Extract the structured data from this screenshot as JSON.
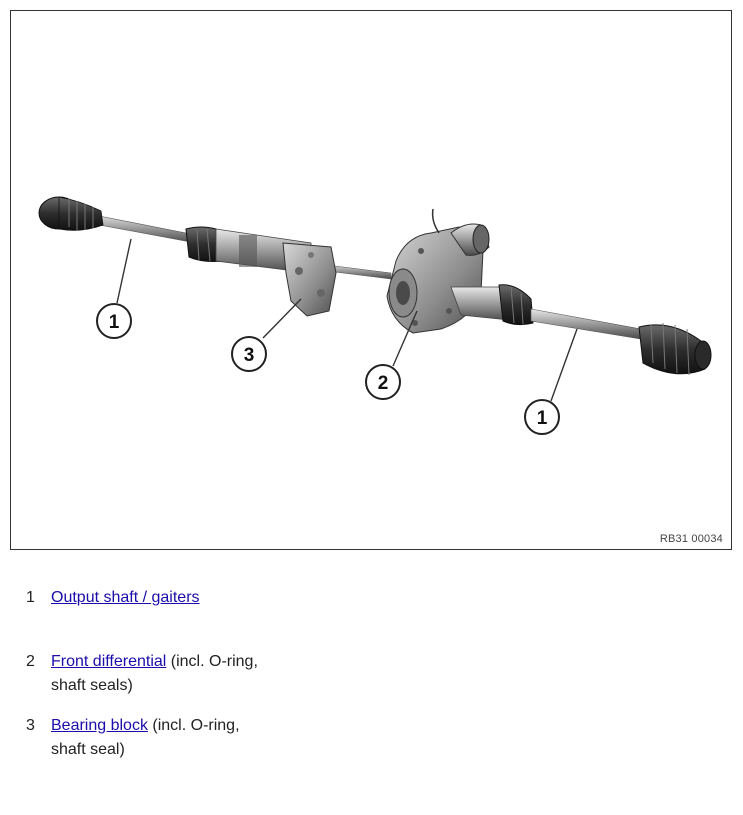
{
  "figure": {
    "code": "RB31 00034",
    "callouts": [
      "1",
      "3",
      "2",
      "1"
    ]
  },
  "legend": [
    {
      "number": "1",
      "link": "Output shaft / gaiters",
      "rest": ""
    },
    {
      "number": "2",
      "link": "Front differential",
      "rest": " (incl. O-ring, shaft seals)"
    },
    {
      "number": "3",
      "link": "Bearing block",
      "rest": " (incl. O-ring, shaft seal)"
    }
  ]
}
